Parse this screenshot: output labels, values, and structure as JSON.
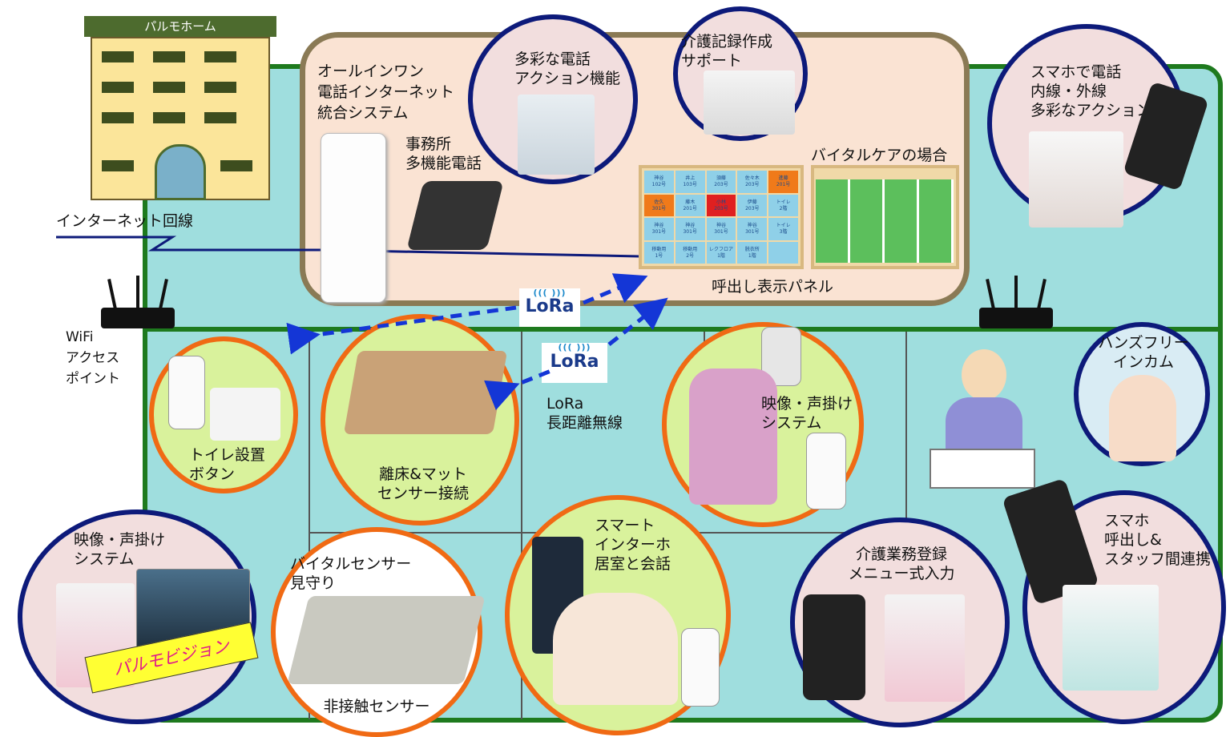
{
  "building": {
    "sign": "パルモホーム"
  },
  "internet_label": "インターネット回線",
  "wifi_label": "WiFi\nアクセス\nポイント",
  "office": {
    "system_title": "オールインワン\n電話インターネット\n統合システム",
    "office_phone": "事務所\n多機能電話",
    "panel_caption": "呼出し表示パネル",
    "vital_caption": "バイタルケアの場合"
  },
  "call_panel": {
    "rows": [
      [
        [
          "神谷",
          "102号"
        ],
        [
          "井上",
          "103号"
        ],
        [
          "須藤",
          "203号"
        ],
        [
          "佐々木",
          "203号"
        ],
        [
          "進藤",
          "201号"
        ]
      ],
      [
        [
          "佐久",
          "301号"
        ],
        [
          "藤木",
          "201号"
        ],
        [
          "小林",
          "203号"
        ],
        [
          "伊藤",
          "203号"
        ],
        [
          "トイレ",
          "2階"
        ]
      ],
      [
        [
          "神谷",
          "301号"
        ],
        [
          "神谷",
          "301号"
        ],
        [
          "神谷",
          "301号"
        ],
        [
          "神谷",
          "301号"
        ],
        [
          "トイレ",
          "3階"
        ]
      ],
      [
        [
          "移動用",
          "1号"
        ],
        [
          "移動用",
          "2号"
        ],
        [
          "レクフロア",
          "1階"
        ],
        [
          "脱衣所",
          "1階"
        ],
        [
          "",
          ""
        ]
      ]
    ],
    "highlight": {
      "orange": [
        [
          0,
          4
        ],
        [
          1,
          0
        ]
      ],
      "red": [
        [
          1,
          2
        ]
      ]
    }
  },
  "features": {
    "phone_actions": "多彩な電話\nアクション機能",
    "care_record": "介護記録作成\nサポート",
    "smartphone_call": "スマホで電話\n内線・外線\n多彩なアクション",
    "toilet_button": "トイレ設置\nボタン",
    "bed_sensor": "離床&マット\nセンサー接続",
    "lora_long": "LoRa\n長距離無線",
    "video_voice_right": "映像・声掛け\nシステム",
    "handsfree": "ハンズフリー\nインカム",
    "video_voice_left": "映像・声掛け\nシステム",
    "palmo_vision": "パルモビジョン",
    "vital_sensor": "バイタルセンサー\n見守り",
    "noncontact": "非接触センサー",
    "smart_intercom": "スマート\nインターホ\n居室と会話",
    "care_menu": "介護業務登録\nメニュー式入力",
    "smartphone_staff": "スマホ\n呼出し&\nスタッフ間連携"
  },
  "lora_logo": "LoRa",
  "colors": {
    "floor_fill": "#9fdede",
    "floor_border": "#1e7a1e",
    "office_fill": "#fae3d3",
    "office_border": "#8a7a55",
    "navy_ring": "#0d1a7a",
    "orange_ring": "#f06a14",
    "arrow_blue": "#1436d6"
  }
}
